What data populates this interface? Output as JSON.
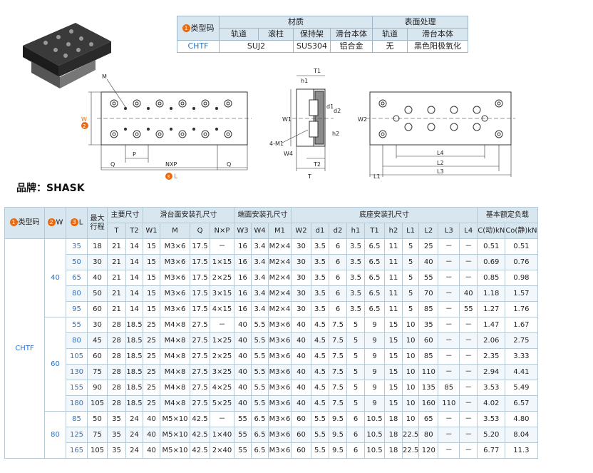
{
  "brand": "品牌：SHASK",
  "material_table": {
    "type_code_label": "类型码",
    "badge1": "1",
    "material_header": "材质",
    "surface_header": "表面处理",
    "sub_headers": [
      "轨道",
      "滚柱",
      "保持架",
      "滑台本体",
      "轨道",
      "滑台本体"
    ],
    "row": [
      "CHTF",
      "SUJ2",
      "SUS304",
      "铝合金",
      "无",
      "黑色阳极氧化"
    ]
  },
  "drawing_labels": {
    "M": "M",
    "W": "W",
    "badge2": "2",
    "P": "P",
    "Q": "Q",
    "NXP": "NXP",
    "badge3": "3",
    "L": "L",
    "T1": "T1",
    "h1": "h1",
    "d1": "d1",
    "d2": "d2",
    "W1": "W1",
    "h2": "h2",
    "fourM1": "4-M1",
    "W4": "W4",
    "T2": "T2",
    "T": "T",
    "W2": "W2",
    "L4": "L4",
    "L2": "L2",
    "L3": "L3",
    "L1": "L1"
  },
  "spec": {
    "h_type": "类型码",
    "h_W": "W",
    "h_L": "L",
    "h_maxtravel": "最大行程",
    "g_main": "主要尺寸",
    "g_slide": "滑台面安装孔尺寸",
    "g_end": "端面安装孔尺寸",
    "g_base": "底座安装孔尺寸",
    "g_load": "基本额定负载",
    "cols": [
      "T",
      "T2",
      "W1",
      "M",
      "Q",
      "N×P",
      "W3",
      "W4",
      "M1",
      "W2",
      "d1",
      "d2",
      "h1",
      "T1",
      "h2",
      "L1",
      "L2",
      "L3",
      "L4",
      "C(动)kN",
      "Co(静)kN"
    ],
    "type": "CHTF",
    "groups": [
      {
        "W": "40",
        "rows": [
          [
            "35",
            "18",
            "21",
            "14",
            "15",
            "M3×6",
            "17.5",
            "－",
            "16",
            "3.4",
            "M2×4",
            "30",
            "3.5",
            "6",
            "3.5",
            "6.5",
            "11",
            "5",
            "25",
            "－",
            "－",
            "0.51",
            "0.51"
          ],
          [
            "50",
            "30",
            "21",
            "14",
            "15",
            "M3×6",
            "17.5",
            "1×15",
            "16",
            "3.4",
            "M2×4",
            "30",
            "3.5",
            "6",
            "3.5",
            "6.5",
            "11",
            "5",
            "40",
            "－",
            "－",
            "0.69",
            "0.76"
          ],
          [
            "65",
            "40",
            "21",
            "14",
            "15",
            "M3×6",
            "17.5",
            "2×25",
            "16",
            "3.4",
            "M2×4",
            "30",
            "3.5",
            "6",
            "3.5",
            "6.5",
            "11",
            "5",
            "55",
            "－",
            "－",
            "0.85",
            "0.98"
          ],
          [
            "80",
            "50",
            "21",
            "14",
            "15",
            "M3×6",
            "17.5",
            "3×15",
            "16",
            "3.4",
            "M2×4",
            "30",
            "3.5",
            "6",
            "3.5",
            "6.5",
            "11",
            "5",
            "70",
            "－",
            "40",
            "1.18",
            "1.57"
          ],
          [
            "95",
            "60",
            "21",
            "14",
            "15",
            "M3×6",
            "17.5",
            "4×15",
            "16",
            "3.4",
            "M2×4",
            "30",
            "3.5",
            "6",
            "3.5",
            "6.5",
            "11",
            "5",
            "85",
            "－",
            "55",
            "1.27",
            "1.76"
          ]
        ]
      },
      {
        "W": "60",
        "rows": [
          [
            "55",
            "30",
            "28",
            "18.5",
            "25",
            "M4×8",
            "27.5",
            "－",
            "40",
            "5.5",
            "M3×6",
            "40",
            "4.5",
            "7.5",
            "5",
            "9",
            "15",
            "10",
            "35",
            "－",
            "－",
            "1.47",
            "1.67"
          ],
          [
            "80",
            "45",
            "28",
            "18.5",
            "25",
            "M4×8",
            "27.5",
            "1×25",
            "40",
            "5.5",
            "M3×6",
            "40",
            "4.5",
            "7.5",
            "5",
            "9",
            "15",
            "10",
            "60",
            "－",
            "－",
            "2.06",
            "2.75"
          ],
          [
            "105",
            "60",
            "28",
            "18.5",
            "25",
            "M4×8",
            "27.5",
            "2×25",
            "40",
            "5.5",
            "M3×6",
            "40",
            "4.5",
            "7.5",
            "5",
            "9",
            "15",
            "10",
            "85",
            "－",
            "－",
            "2.35",
            "3.33"
          ],
          [
            "130",
            "75",
            "28",
            "18.5",
            "25",
            "M4×8",
            "27.5",
            "3×25",
            "40",
            "5.5",
            "M3×6",
            "40",
            "4.5",
            "7.5",
            "5",
            "9",
            "15",
            "10",
            "110",
            "－",
            "－",
            "2.94",
            "4.41"
          ],
          [
            "155",
            "90",
            "28",
            "18.5",
            "25",
            "M4×8",
            "27.5",
            "4×25",
            "40",
            "5.5",
            "M3×6",
            "40",
            "4.5",
            "7.5",
            "5",
            "9",
            "15",
            "10",
            "135",
            "85",
            "－",
            "3.53",
            "5.49"
          ],
          [
            "180",
            "105",
            "28",
            "18.5",
            "25",
            "M4×8",
            "27.5",
            "5×25",
            "40",
            "5.5",
            "M3×6",
            "40",
            "4.5",
            "7.5",
            "5",
            "9",
            "15",
            "10",
            "160",
            "110",
            "－",
            "4.02",
            "6.57"
          ]
        ]
      },
      {
        "W": "80",
        "rows": [
          [
            "85",
            "50",
            "35",
            "24",
            "40",
            "M5×10",
            "42.5",
            "－",
            "55",
            "6.5",
            "M3×6",
            "60",
            "5.5",
            "9.5",
            "6",
            "10.5",
            "18",
            "10",
            "65",
            "－",
            "－",
            "3.53",
            "4.80"
          ],
          [
            "125",
            "75",
            "35",
            "24",
            "40",
            "M5×10",
            "42.5",
            "1×40",
            "55",
            "6.5",
            "M3×6",
            "60",
            "5.5",
            "9.5",
            "6",
            "10.5",
            "18",
            "22.5",
            "80",
            "－",
            "－",
            "5.20",
            "8.04"
          ],
          [
            "165",
            "105",
            "35",
            "24",
            "40",
            "M5×10",
            "42.5",
            "2×40",
            "55",
            "6.5",
            "M3×6",
            "60",
            "5.5",
            "9.5",
            "6",
            "10.5",
            "18",
            "22.5",
            "120",
            "－",
            "－",
            "6.77",
            "11.3"
          ]
        ]
      }
    ]
  }
}
